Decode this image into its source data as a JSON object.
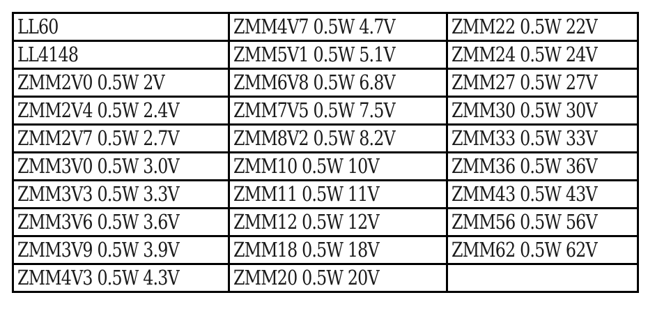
{
  "table": {
    "rows": [
      [
        "LL60",
        "ZMM4V7  0.5W  4.7V",
        "ZMM22  0.5W  22V"
      ],
      [
        "LL4148",
        "ZMM5V1  0.5W  5.1V",
        "ZMM24  0.5W  24V"
      ],
      [
        "ZMM2V0  0.5W  2V",
        "ZMM6V8  0.5W  6.8V",
        "ZMM27  0.5W  27V"
      ],
      [
        "ZMM2V4  0.5W  2.4V",
        "ZMM7V5  0.5W  7.5V",
        "ZMM30  0.5W  30V"
      ],
      [
        "ZMM2V7  0.5W  2.7V",
        "ZMM8V2  0.5W  8.2V",
        "ZMM33  0.5W  33V"
      ],
      [
        "ZMM3V0  0.5W  3.0V",
        "ZMM10  0.5W  10V",
        "ZMM36  0.5W  36V"
      ],
      [
        "ZMM3V3  0.5W  3.3V",
        "ZMM11  0.5W  11V",
        "ZMM43  0.5W  43V"
      ],
      [
        "ZMM3V6  0.5W  3.6V",
        "ZMM12  0.5W  12V",
        "ZMM56  0.5W  56V"
      ],
      [
        "ZMM3V9  0.5W  3.9V",
        "ZMM18  0.5W  18V",
        "ZMM62  0.5W  62V"
      ],
      [
        "ZMM4V3  0.5W  4.3V",
        "ZMM20  0.5W  20V",
        ""
      ]
    ]
  }
}
